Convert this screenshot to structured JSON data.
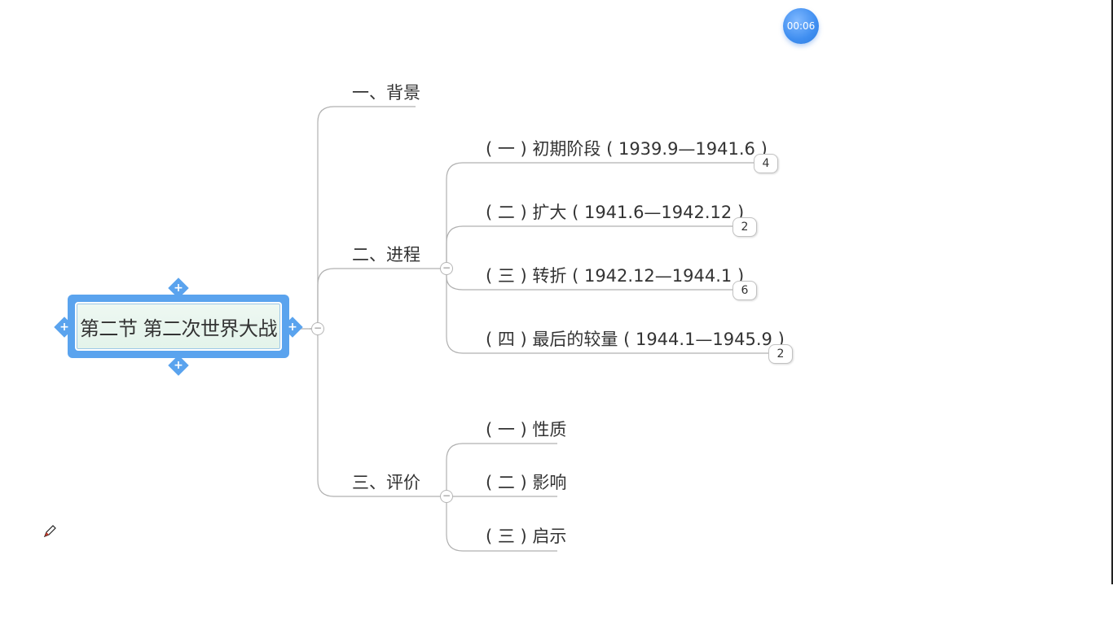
{
  "timer": {
    "text": "00:06"
  },
  "root": {
    "label": "第二节 第二次世界大战"
  },
  "branches": [
    {
      "label": "一、背景"
    },
    {
      "label": "二、进程"
    },
    {
      "label": "三、评价"
    }
  ],
  "progress_items": [
    {
      "label": "( 一 ) 初期阶段 ( 1939.9—1941.6 )",
      "count": "4"
    },
    {
      "label": "( 二 ) 扩大 ( 1941.6—1942.12 )",
      "count": "2"
    },
    {
      "label": "( 三 ) 转折 ( 1942.12—1944.1 )",
      "count": "6"
    },
    {
      "label": "( 四 ) 最后的较量 ( 1944.1—1945.9 )",
      "count": "2"
    }
  ],
  "evaluation_items": [
    {
      "label": "( 一 ) 性质"
    },
    {
      "label": "( 二 ) 影响"
    },
    {
      "label": "( 三 ) 启示"
    }
  ],
  "colors": {
    "root_frame": "#5aa3ee",
    "root_fill": "#e3f3ea",
    "connector": "#b0b0b0",
    "timer": "#3f8ef0"
  },
  "icons": {
    "collapse": "minus-circle-icon",
    "root_handle": "plus-diamond-icon",
    "pen": "pen-icon"
  }
}
